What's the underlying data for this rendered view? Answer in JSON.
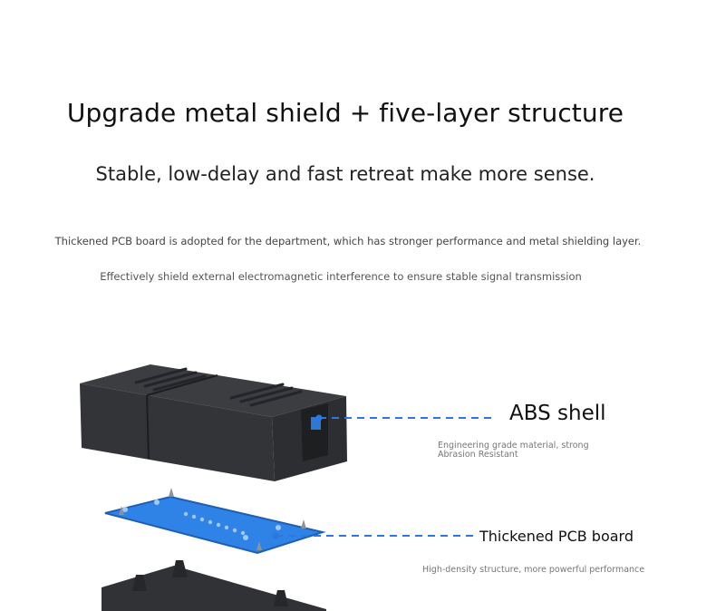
{
  "header": {
    "headline": "Upgrade metal shield + five-layer structure",
    "subheadline": "Stable, low-delay and fast retreat make more sense."
  },
  "descriptions": {
    "line1": "Thickened PCB board is adopted for the department, which has stronger performance and metal shielding layer.",
    "line2": "Effectively shield external electromagnetic interference to ensure stable signal transmission"
  },
  "callouts": {
    "abs": {
      "title": "ABS shell",
      "note": "Engineering grade material, strong Abrasion Resistant"
    },
    "pcb": {
      "title": "Thickened PCB board",
      "note": "High-density structure, more powerful performance"
    }
  },
  "colors": {
    "leader_line": "#2a78e0",
    "shell": "#2f3134",
    "pcb": "#2f82e6"
  }
}
